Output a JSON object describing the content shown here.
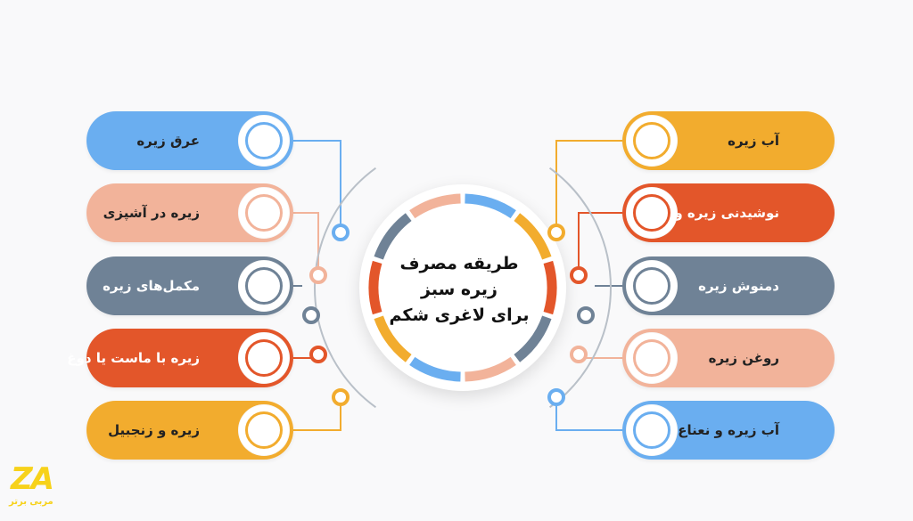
{
  "center": {
    "title_lines": [
      "طریقه مصرف",
      "زیره سبز",
      "برای لاغری شکم"
    ]
  },
  "left_items": [
    {
      "label": "عرق زیره",
      "color": "#6aaef0",
      "text_color": "#222222"
    },
    {
      "label": "زیره در آشپزی",
      "color": "#f2b39a",
      "text_color": "#222222"
    },
    {
      "label": "مکمل‌های زیره",
      "color": "#6f8296",
      "text_color": "#ffffff"
    },
    {
      "label": "زیره با ماست یا دوغ",
      "color": "#e3562a",
      "text_color": "#ffffff"
    },
    {
      "label": "زیره و زنجبیل",
      "color": "#f2ac2e",
      "text_color": "#222222"
    }
  ],
  "right_items": [
    {
      "label": "آب زیره",
      "color": "#f2ac2e",
      "text_color": "#222222"
    },
    {
      "label": "نوشیدنی زیره و لیمو",
      "color": "#e3562a",
      "text_color": "#ffffff"
    },
    {
      "label": "دمنوش زیره",
      "color": "#6f8296",
      "text_color": "#ffffff"
    },
    {
      "label": "روغن زیره",
      "color": "#f2b39a",
      "text_color": "#222222"
    },
    {
      "label": "آب زیره و نعناع",
      "color": "#6aaef0",
      "text_color": "#222222"
    }
  ],
  "ring_colors": [
    "#6aaef0",
    "#f2ac2e",
    "#e3562a",
    "#6f8296",
    "#f2b39a",
    "#6aaef0",
    "#f2ac2e",
    "#e3562a",
    "#6f8296",
    "#f2b39a"
  ],
  "logo": {
    "mark": "ZA",
    "caption": "مربی برتر",
    "color": "#f7d21a"
  },
  "connector_color": "#b9c0c8"
}
